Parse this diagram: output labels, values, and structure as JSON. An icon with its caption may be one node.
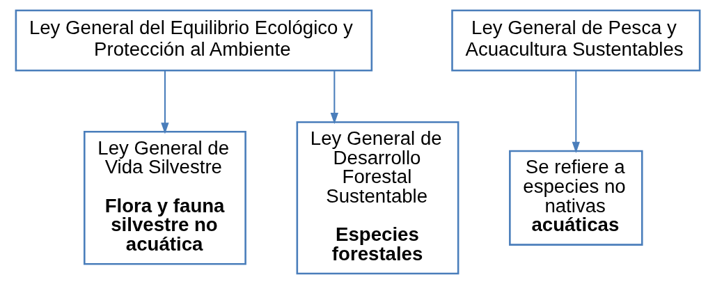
{
  "diagram": {
    "nodes": [
      {
        "text": [
          "Ley General del Equilibrio Ecológico y Protección al Ambiente"
        ]
      },
      {
        "text": [
          "Ley General de Pesca y Acuacultura Sustentables"
        ]
      },
      {
        "text": [
          "Ley General de Vida Silvestre",
          "Flora y fauna silvestre no acuática"
        ]
      },
      {
        "text": [
          "Ley General de Desarrollo Forestal Sustentable",
          "Especies forestales"
        ]
      },
      {
        "text": [
          "Se refiere a especies no nativas **acuáticas**"
        ]
      }
    ],
    "edges": [
      {
        "from": 0,
        "to": 2,
        "arrow": "to"
      },
      {
        "from": 0,
        "to": 3,
        "arrow": "to"
      },
      {
        "from": 1,
        "to": 4,
        "arrow": "to"
      }
    ]
  }
}
